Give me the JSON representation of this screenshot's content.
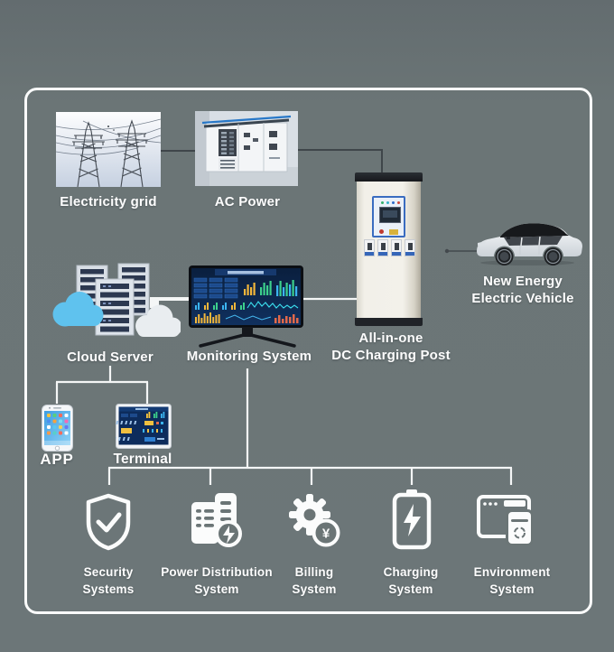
{
  "colors": {
    "background": "#6B7576",
    "frame_border": "#FAFBFB",
    "connector_light": "#F4F6F6",
    "connector_dark": "#3F464A",
    "label_text": "#FDFDFD",
    "accent_blue": "#3A6CC0",
    "dashboard_navy": "#0A1F3E",
    "bar_yellow": "#F2B63A",
    "bar_green": "#3CD08C",
    "bar_blue": "#3BB4F0",
    "cloud_blue": "#5FC2EE"
  },
  "nodes": {
    "electricity_grid": {
      "label": "Electricity grid",
      "image": "transmission-towers-photo"
    },
    "ac_power": {
      "label": "AC Power",
      "image": "power-cabinet-photo"
    },
    "charging_post": {
      "label_line1": "All-in-one",
      "label_line2": "DC Charging Post",
      "image": "dc-charging-post-photo"
    },
    "vehicle": {
      "label_line1": "New Energy",
      "label_line2": "Electric Vehicle",
      "image": "white-suv-photo"
    },
    "cloud_server": {
      "label": "Cloud Server",
      "image": "server-racks-clouds"
    },
    "monitoring_system": {
      "label": "Monitoring System",
      "image": "dashboard-monitor"
    },
    "app": {
      "label": "APP",
      "image": "smartphone"
    },
    "terminal": {
      "label": "Terminal",
      "image": "terminal-display"
    }
  },
  "systems": [
    {
      "id": "security",
      "icon": "shield-check-icon",
      "label_line1": "Security",
      "label_line2": "Systems"
    },
    {
      "id": "power_distribution",
      "icon": "distribution-lightning-icon",
      "label_line1": "Power Distribution",
      "label_line2": "System"
    },
    {
      "id": "billing",
      "icon": "gear-yuan-icon",
      "badge": "¥",
      "label_line1": "Billing",
      "label_line2": "System"
    },
    {
      "id": "charging",
      "icon": "battery-lightning-icon",
      "label_line1": "Charging",
      "label_line2": "System"
    },
    {
      "id": "environment",
      "icon": "window-recycle-icon",
      "label_line1": "Environment",
      "label_line2": "System"
    }
  ]
}
